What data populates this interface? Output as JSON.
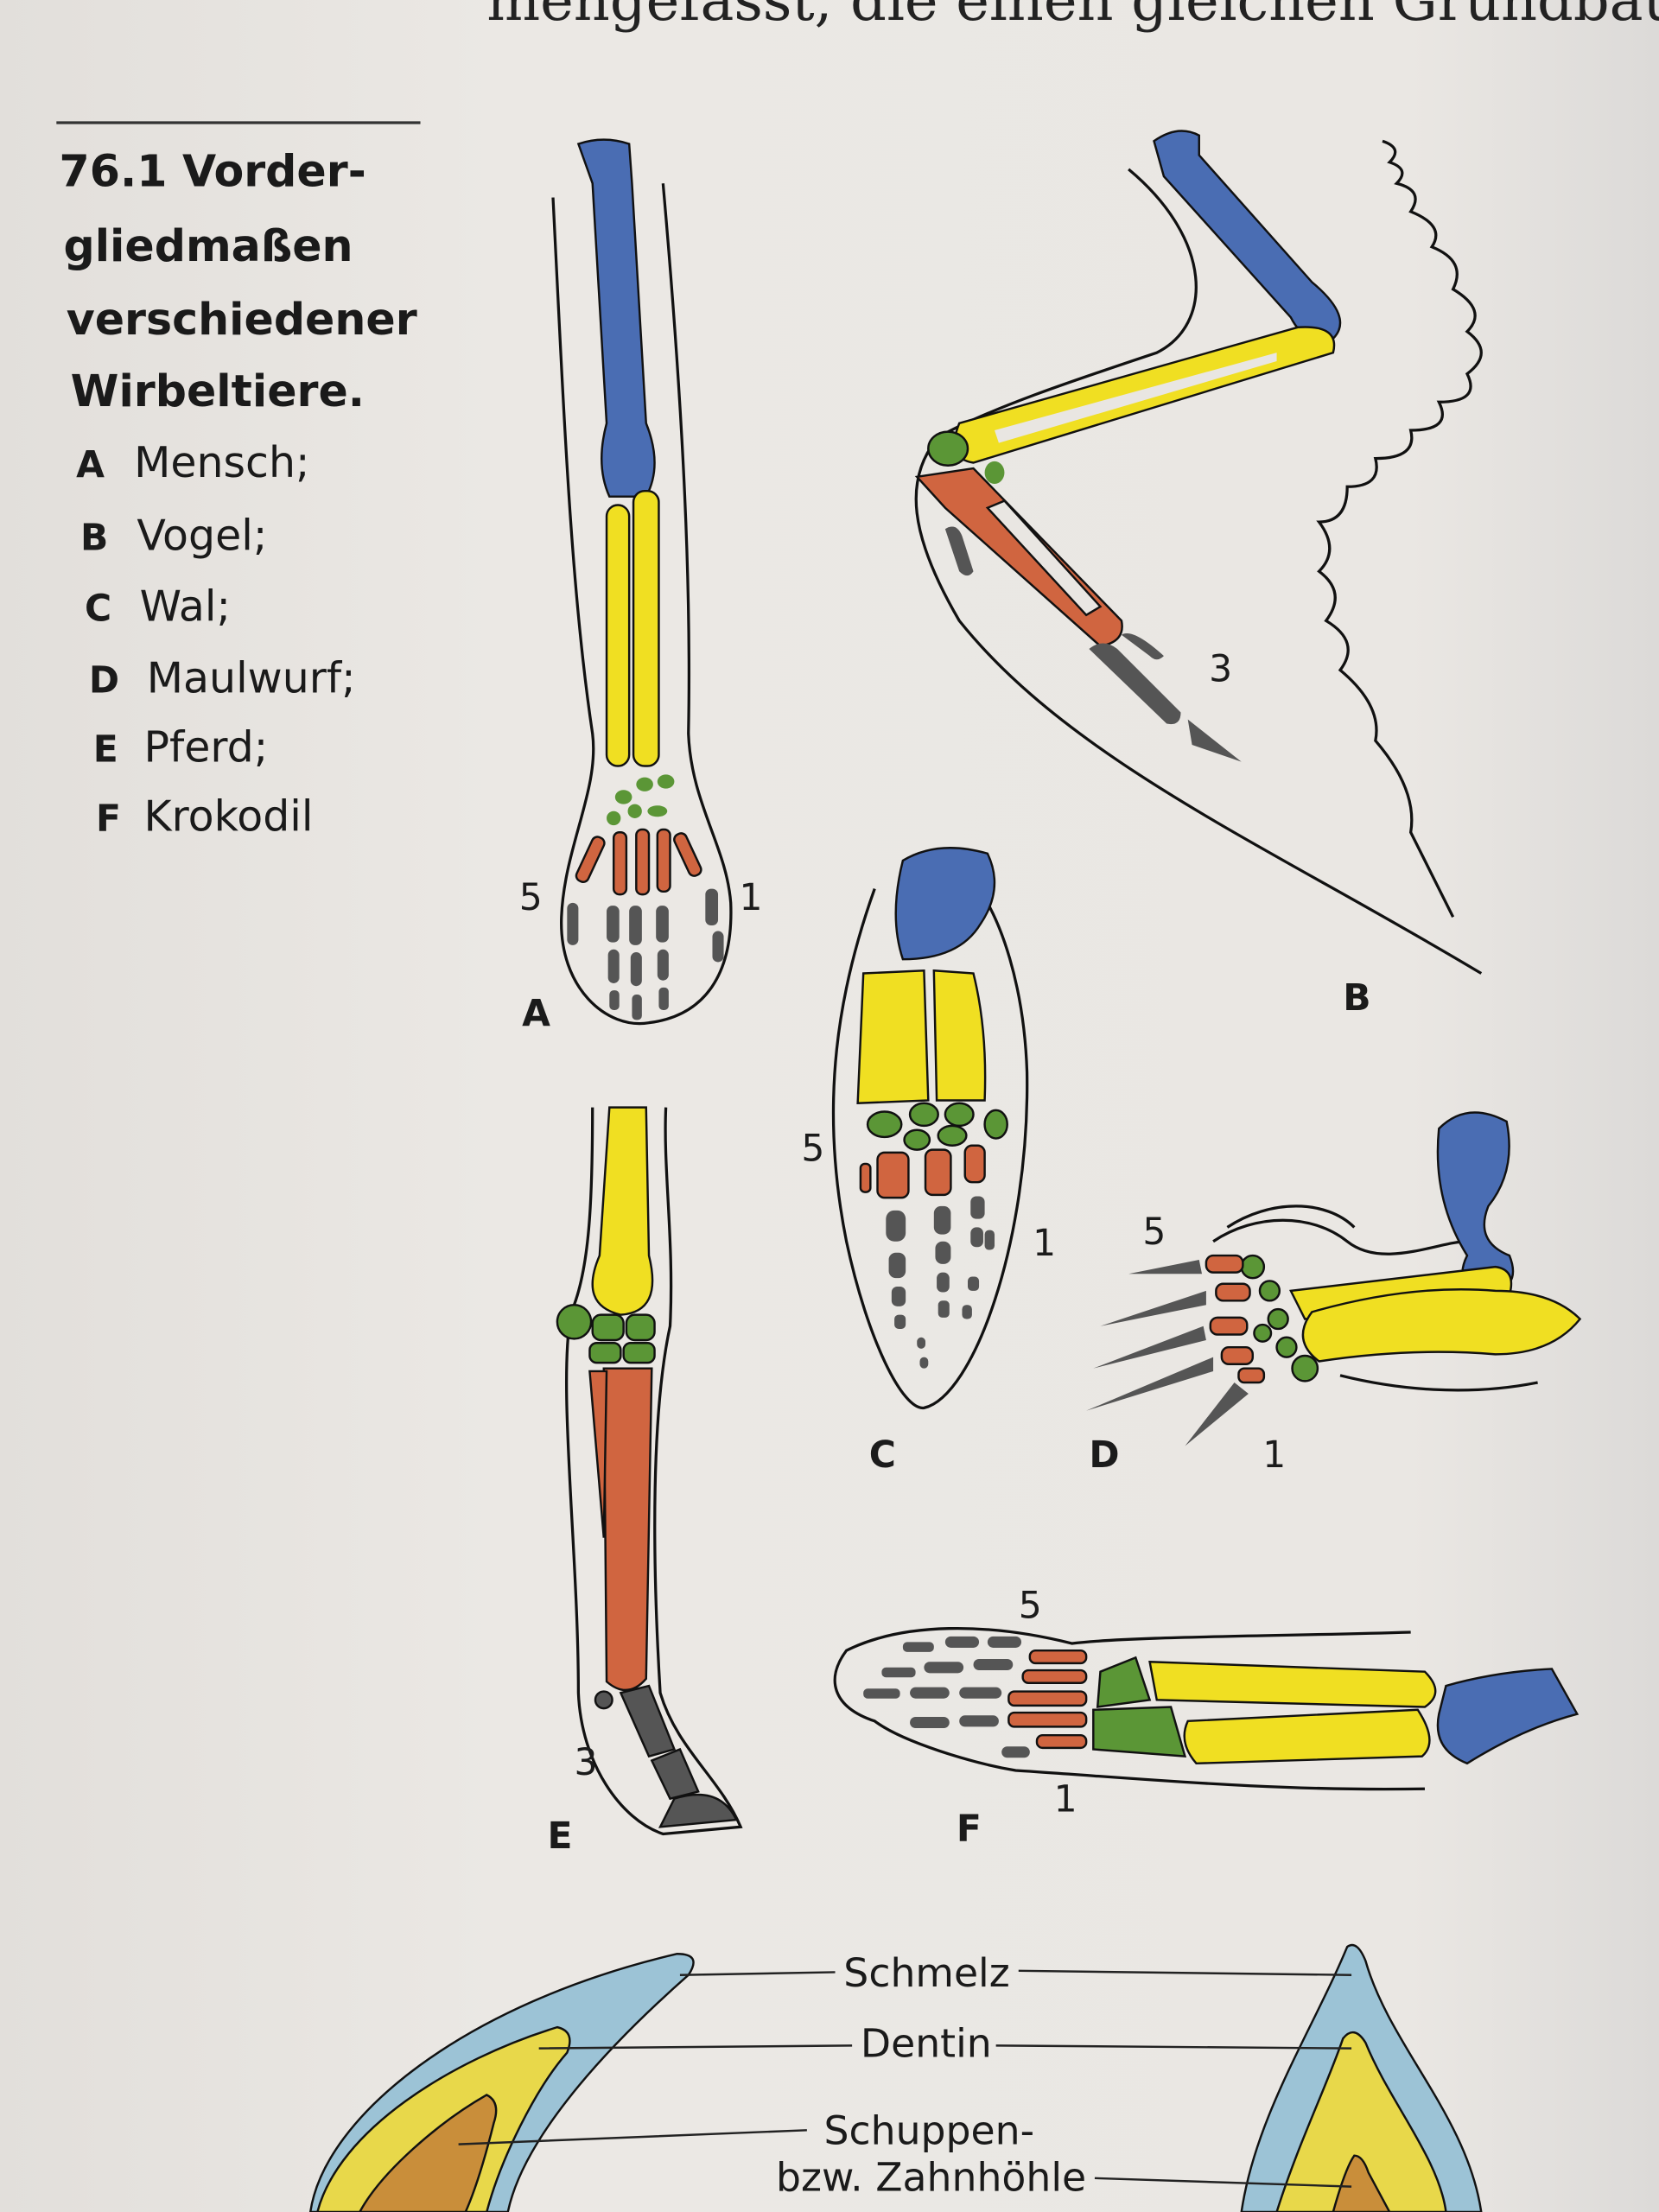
{
  "header_text": "mengefasst, die einen gleichen Grundbauplan",
  "figure": {
    "title_lines": [
      "76.1 Vorder-",
      "gliedmaßen",
      "verschiedener",
      "Wirbeltiere."
    ],
    "legend": [
      {
        "letter": "A",
        "label": "Mensch;"
      },
      {
        "letter": "B",
        "label": "Vogel;"
      },
      {
        "letter": "C",
        "label": "Wal;"
      },
      {
        "letter": "D",
        "label": "Maulwurf;"
      },
      {
        "letter": "E",
        "label": "Pferd;"
      },
      {
        "letter": "F",
        "label": "Krokodil"
      }
    ],
    "panels": {
      "A": {
        "letter": "A",
        "digit_left": "5",
        "digit_right": "1"
      },
      "B": {
        "letter": "B",
        "digit": "3"
      },
      "C": {
        "letter": "C",
        "digit_left": "5",
        "digit_right": "1"
      },
      "D": {
        "letter": "D",
        "digit_top": "5",
        "digit_bottom": "1"
      },
      "E": {
        "letter": "E",
        "digit": "3"
      },
      "F": {
        "letter": "F",
        "digit_top": "5",
        "digit_bottom": "1"
      }
    },
    "bone_colors": {
      "humerus": "#4a6db3",
      "radius_ulna": "#f0df22",
      "carpals": "#5b9636",
      "metacarpals": "#d06540",
      "phalanges": "#555555"
    }
  },
  "tooth_figure": {
    "labels": [
      "Schmelz",
      "Dentin",
      "Schuppen-",
      "bzw. Zahnhöhle"
    ],
    "colors": {
      "enamel": "#9cc3d6",
      "dentin": "#e8d84a",
      "pulp": "#c98e3a"
    }
  }
}
